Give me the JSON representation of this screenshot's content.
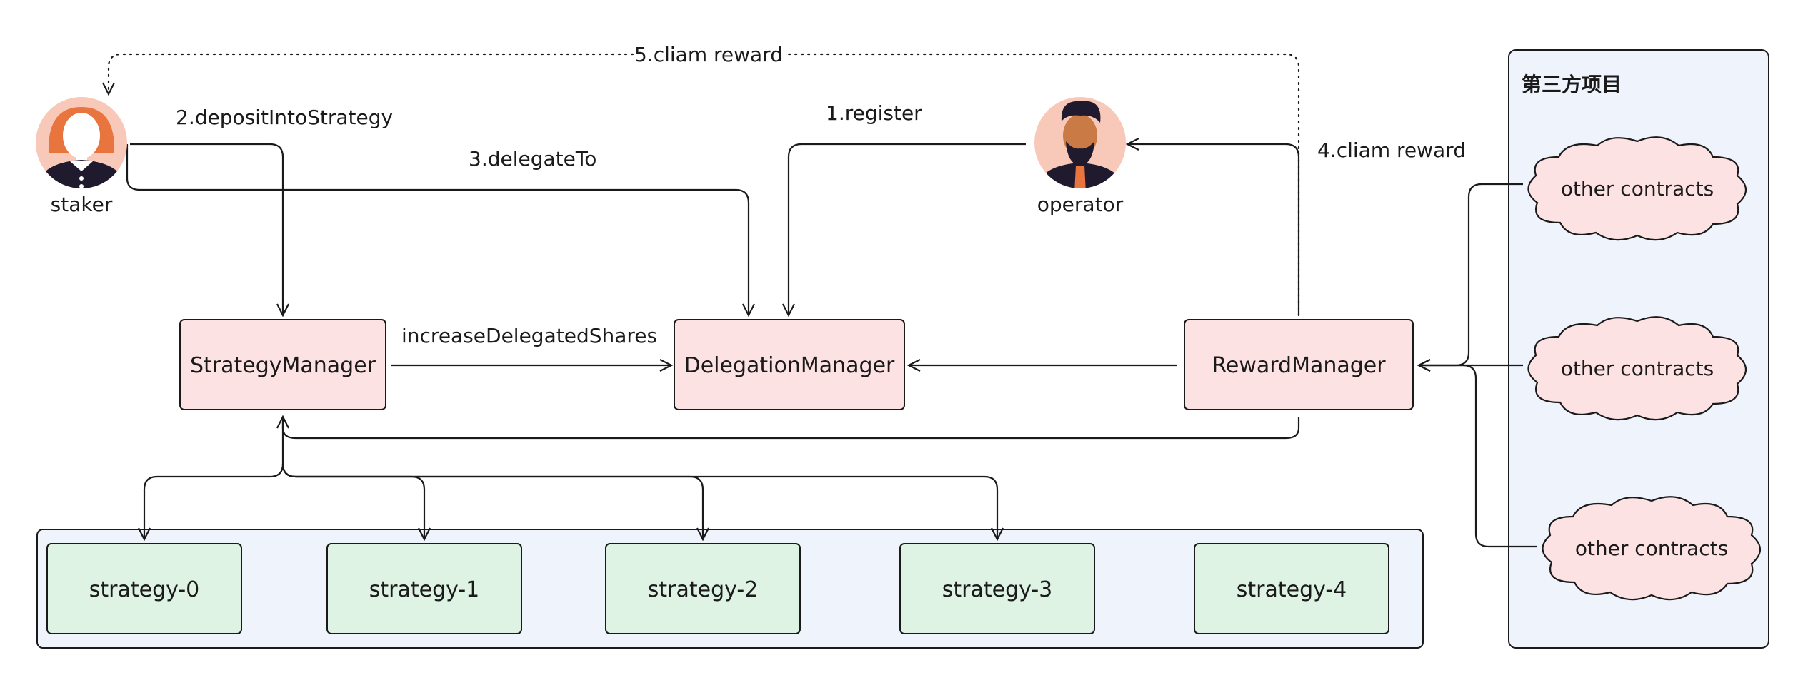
{
  "colors": {
    "manager_fill": "#fde2e3",
    "strategy_fill": "#dff3e4",
    "panel_fill": "#eef3fc",
    "line": "#1a1a1a",
    "avatar_bg": "#f8c9b9"
  },
  "actors": {
    "staker": {
      "label": "staker",
      "icon": "staker-avatar-icon"
    },
    "operator": {
      "label": "operator",
      "icon": "operator-avatar-icon"
    }
  },
  "managers": {
    "strategy": "StrategyManager",
    "delegation": "DelegationManager",
    "reward": "RewardManager"
  },
  "strategies": [
    "strategy-0",
    "strategy-1",
    "strategy-2",
    "strategy-3",
    "strategy-4"
  ],
  "third_party": {
    "title": "第三方项目",
    "contracts": [
      "other contracts",
      "other contracts",
      "other contracts"
    ]
  },
  "edges": {
    "register": "1.register",
    "deposit": "2.depositIntoStrategy",
    "delegate": "3.delegateTo",
    "claim_operator": "4.cliam reward",
    "claim_staker": "5.cliam reward",
    "increase_shares": "increaseDelegatedShares"
  }
}
